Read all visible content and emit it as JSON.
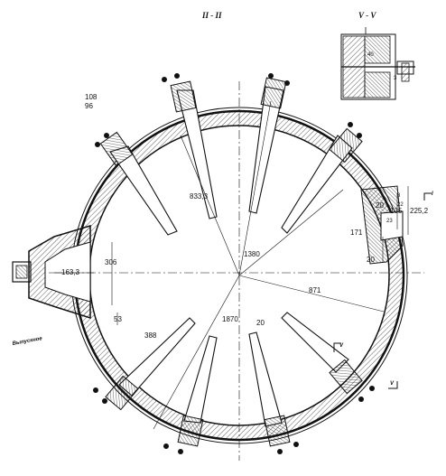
{
  "titles": {
    "main_section": "II - II",
    "detail_section": "V - V"
  },
  "corner_numbers": [
    "108",
    "96"
  ],
  "outlet_label": "Выпускное",
  "dimensions": {
    "d_833_3": "833,3",
    "d_1380": "1380",
    "d_306": "306",
    "d_163_3": "163,3",
    "d_871": "871",
    "d_1870": "1870",
    "d_53": "53",
    "d_388": "388",
    "d_20_bottom": "20",
    "d_171": "171",
    "d_225_2": "225,2",
    "d_135": "135",
    "d_20_a": "20",
    "d_20_b": "20",
    "d_22": "22",
    "d_23": "23",
    "d_3_a": "3",
    "d_3_b": "3",
    "d_40": "40"
  },
  "section_marks": [
    "I",
    "V",
    "V"
  ],
  "colors": {
    "ink": "#111111",
    "hatch": "#333333",
    "paper": "#ffffff"
  }
}
